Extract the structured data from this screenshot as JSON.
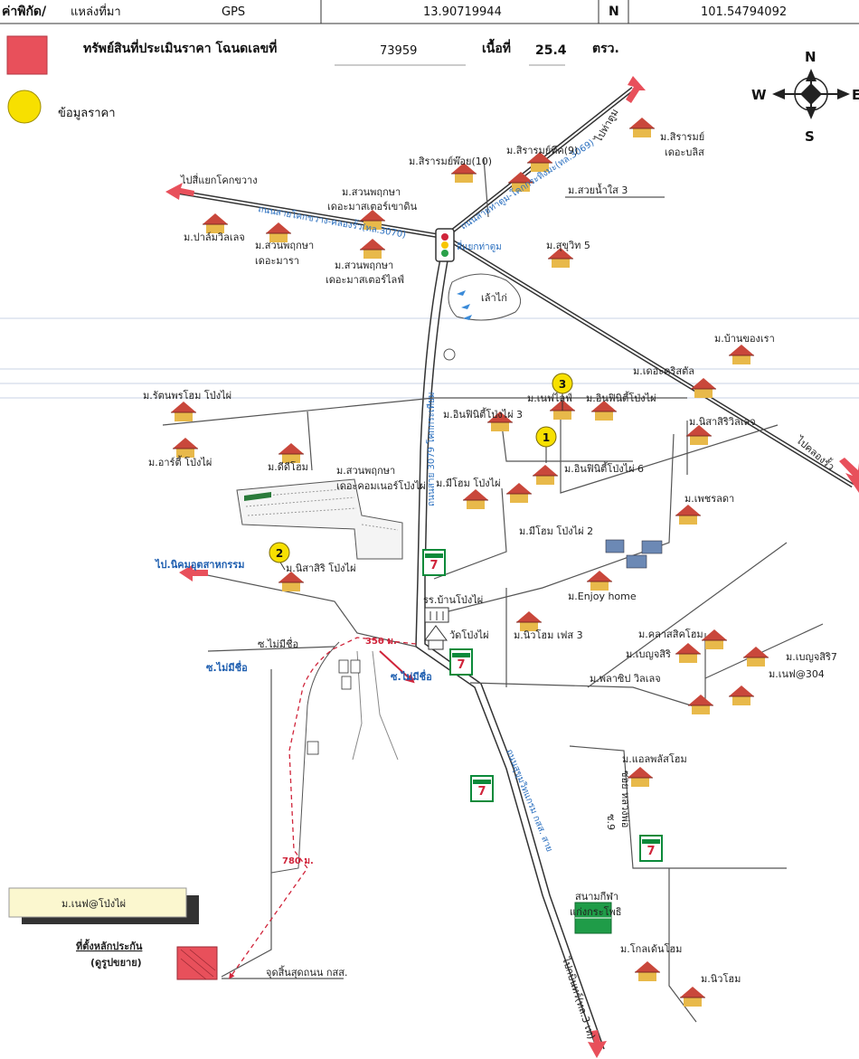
{
  "header": {
    "coord_label": "ค่าพิกัด/",
    "source_label": "แหล่งที่มา",
    "source_value": "GPS",
    "lat_value": "13.90719944",
    "lat_dir": "N",
    "lon_value": "101.54794092",
    "asset_label": "ทรัพย์สินที่ประเมินราคา โฉนดเลขที่",
    "deed_number": "73959",
    "area_label": "เนื้อที่",
    "area_value": "25.4",
    "area_unit": "ตรว."
  },
  "legend": {
    "price_info_label": "ข้อมูลราคา",
    "asset_color": "#e8505b",
    "price_marker_color": "#f7e000"
  },
  "compass": {
    "n": "N",
    "s": "S",
    "w": "W",
    "e": "E"
  },
  "road_labels": {
    "hwy_west": "ถนนสายโคกขวาง-คลองรั้ว(ทล.3070)",
    "hwy_east": "ถนนสายท่าตูม-โคกกระทิงมะ(ทล.3069)",
    "main_road": "ถนนสาย 3079 โคกกระเทียม",
    "south_road": "ถนนสุขุมวิทแกรม กสส. สาย",
    "to_kokkwang": "ไปสี่แยกโคกขวาง",
    "to_top": "ไปท่าตูม",
    "to_khlongrua": "ไปคลองรั้ว",
    "to_bottom": "ไปกบินทร์(ทล.3 เท)",
    "junction": "สี่แยกท่าตูม",
    "to_industrial": "ไป.นิคมอุตสาหกรรม",
    "soi_noname_1": "ซ.ไม่มีชื่อ",
    "soi_noname_2": "ซ.ไม่มีชื่อ",
    "soi_noname_3": "ซ.ไม่มีชื่อ",
    "dist_350": "350 ม.",
    "dist_780": "780 ม.",
    "end_road": "จุดสิ้นสุดถนน กสส.",
    "soi_phlu": "ซอย หลวงพ่อ",
    "rd_9": "ซ.9",
    "rd_sai3": "ม.สวยน้ำใส 3"
  },
  "places": {
    "lake": "เล้าไก่",
    "school": "รร.บ้านโป่งไผ่",
    "temple": "วัดโป่งไผ่",
    "stadium": "สนามกีฬา",
    "stadium2": "แก่งกระโพธิ"
  },
  "villages": [
    "ม.สิรารมย์พ๊อย(10)",
    "ม.สิรารมย์ทีค(9)",
    "ม.สิรารมย์",
    "เดอะบลิส",
    "ม.สวนพฤกษา",
    "เดอะมาสเตอร์เขาดิน",
    "ม.ปาล์มวิลเลจ",
    "ม.สวนพฤกษา",
    "เดอะมารา",
    "ม.สวนพฤกษา",
    "เดอะมาสเตอร์ไลฟ์",
    "ม.สุขุวิท 5",
    "ม.บ้านของเรา",
    "ม.เดอะคริสตัล",
    "ม.รัตนพรโฮม โป่งไผ่",
    "ม.เนฟไลฟ์",
    "ม.อินฟินิตี้โป่งไผ่",
    "ม.อินฟินิตี้โป่งไผ่ 3",
    "ม.นิสาสิริวิลเลจ",
    "ม.อาร์ตี้ โป่งไผ่",
    "ม.ดีดีโฮม",
    "ม.สวนพฤกษา",
    "เดอะคอมเนอร์โป่งไผ่",
    "ม.อินฟินิตี้โป่งไผ่ 6",
    "ม.มีโฮม โป่งไผ่",
    "ม.เพชรลดา",
    "ม.มีโฮม โป่งไผ่ 2",
    "ม.นิสาสิริ โป่งไผ่",
    "ม.Enjoy home",
    "ม.นิวโฮม เฟส 3",
    "ม.คลาสสิคโฮม",
    "ม.เบญจสิริ",
    "ม.เบญจสิริ7",
    "ม.เนฟ@304",
    "ม.พลาซิป วิลเลจ",
    "ม.แอลพลัสโฮม",
    "ม.โกลเด้นโฮม",
    "ม.นิวโฮม"
  ],
  "price_markers": [
    "1",
    "2",
    "3"
  ],
  "subject": {
    "name": "ม.เนฟ@โป่งไผ่",
    "location_label": "ที่ตั้งหลักประกัน",
    "location_sub": "(ดูรูปขยาย)"
  },
  "colors": {
    "road_blue": "#2a6fbf",
    "route_red": "#d0243a",
    "house_roof": "#c9473b",
    "house_body": "#e8b94a",
    "seven_green": "#0b8a3a"
  }
}
